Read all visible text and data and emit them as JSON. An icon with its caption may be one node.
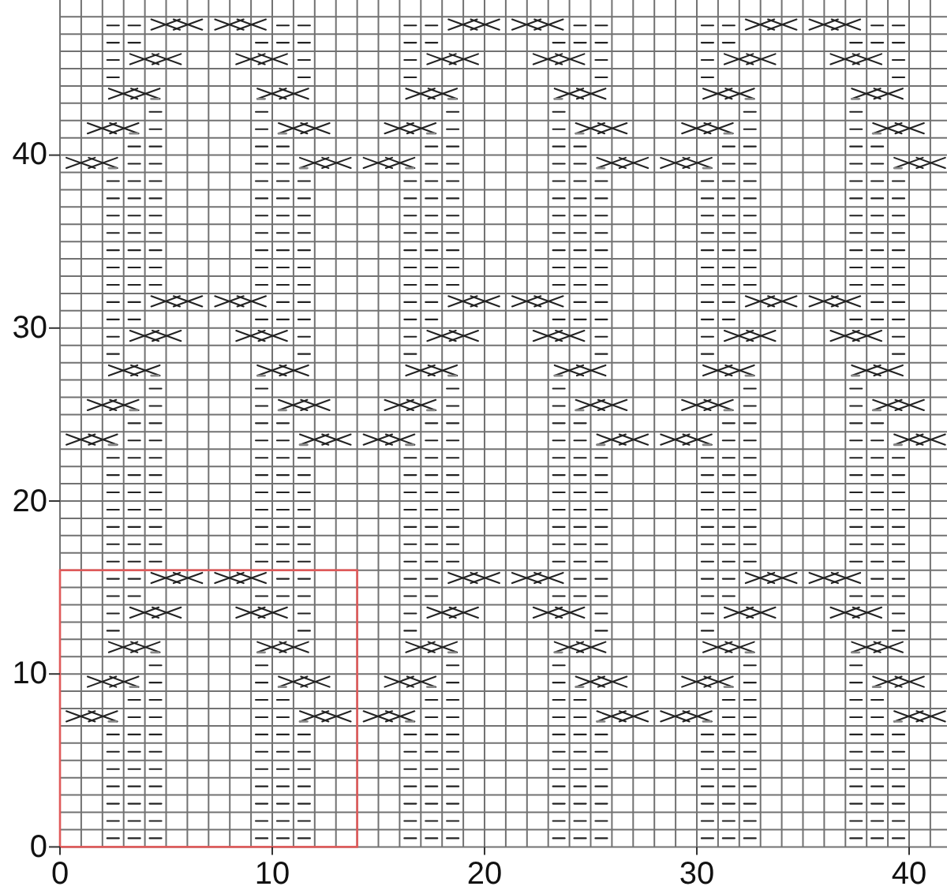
{
  "diagram": {
    "labels": [
      "40",
      "30",
      "20",
      "10",
      "0",
      "0",
      "10",
      "20",
      "30",
      "40"
    ]
  }
}
